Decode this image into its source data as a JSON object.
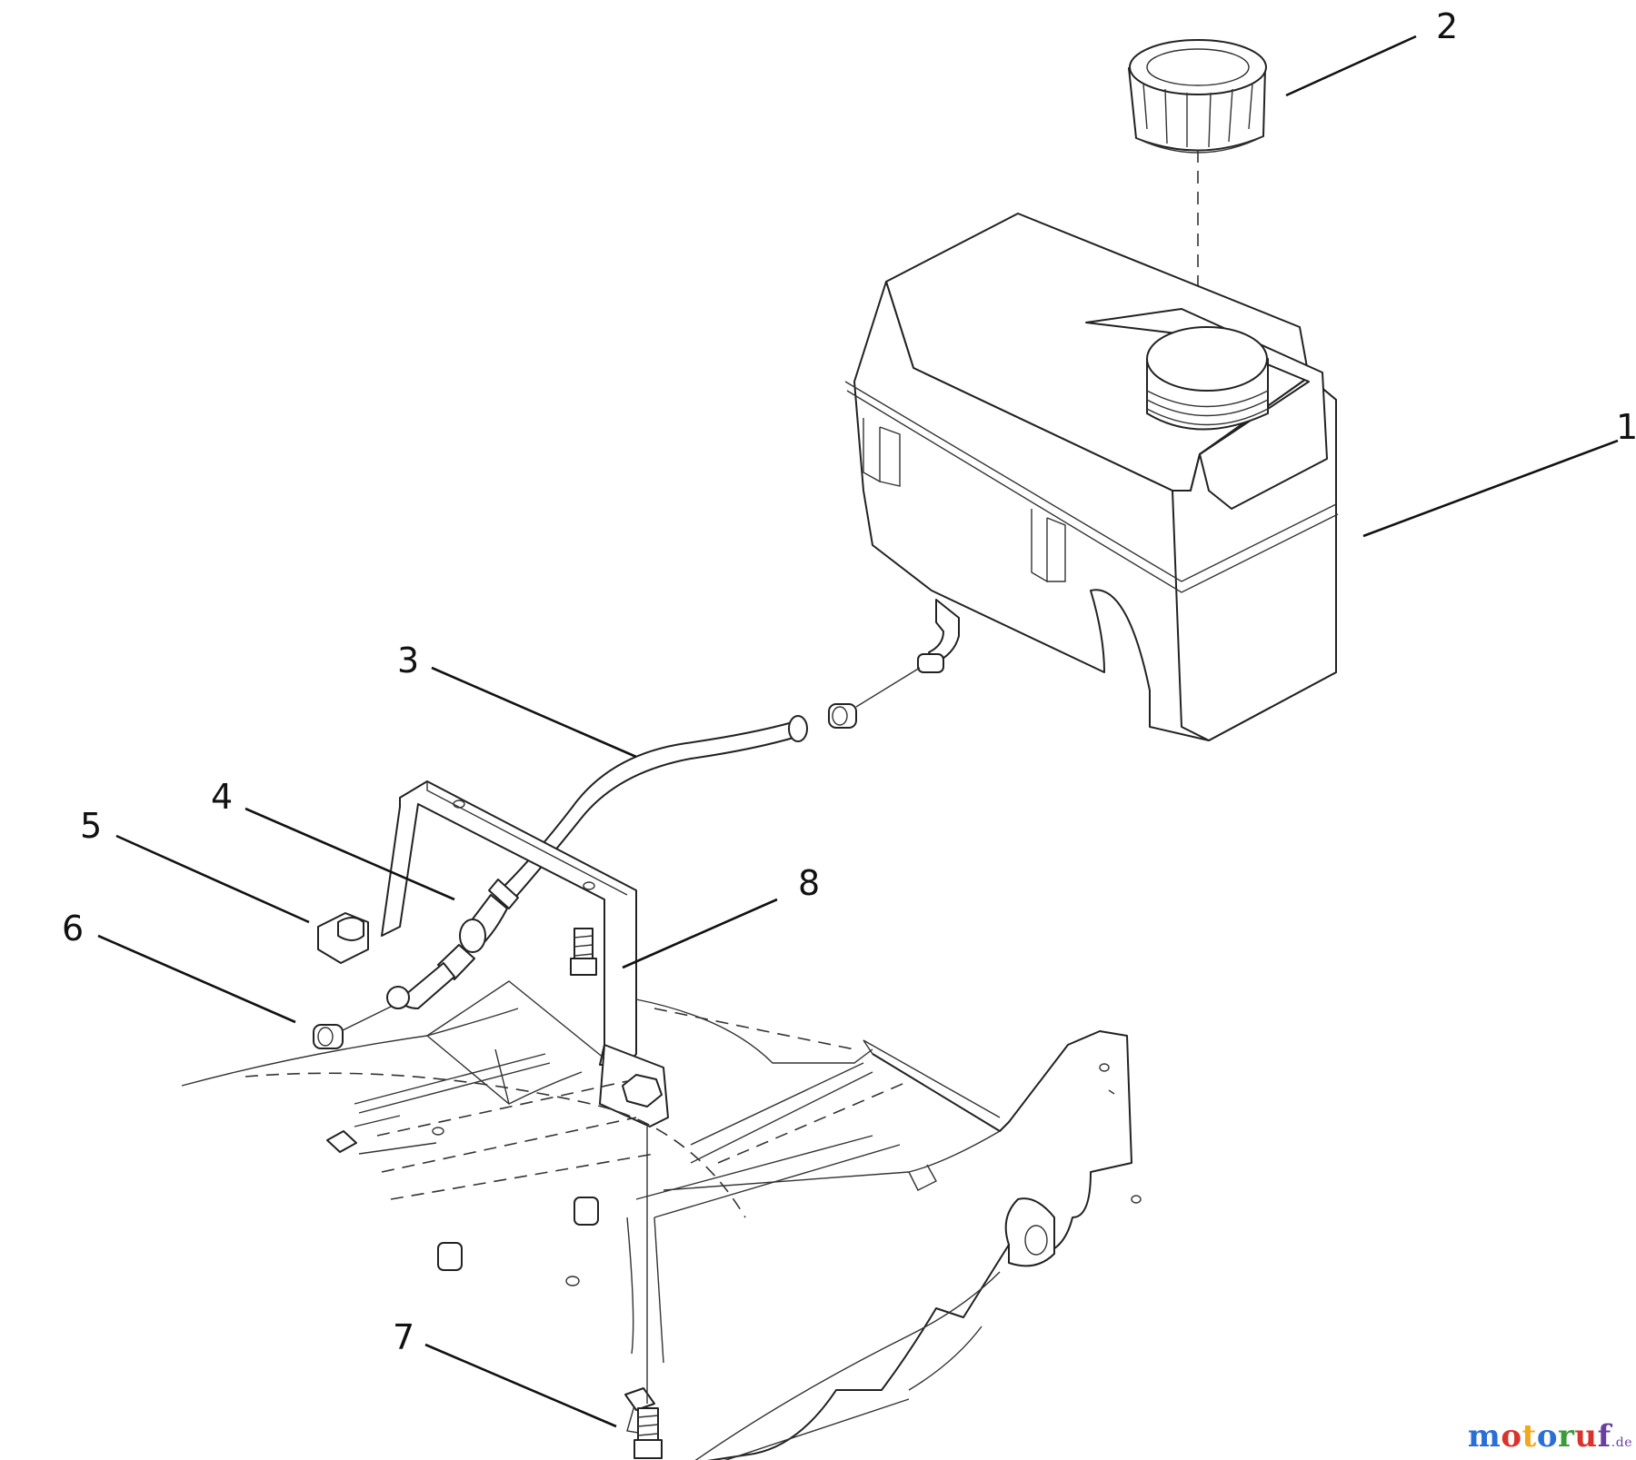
{
  "callouts": [
    {
      "id": "1",
      "label": "1"
    },
    {
      "id": "2",
      "label": "2"
    },
    {
      "id": "3",
      "label": "3"
    },
    {
      "id": "4",
      "label": "4"
    },
    {
      "id": "5",
      "label": "5"
    },
    {
      "id": "6",
      "label": "6"
    },
    {
      "id": "7",
      "label": "7"
    },
    {
      "id": "8",
      "label": "8"
    }
  ],
  "watermark": {
    "text": "motoruf",
    "suffix": ".de",
    "colors": [
      "#2a6fd6",
      "#d9342b",
      "#f2a81d",
      "#2a6fd6",
      "#3a9b3a",
      "#d9342b",
      "#6b3fa0"
    ]
  }
}
